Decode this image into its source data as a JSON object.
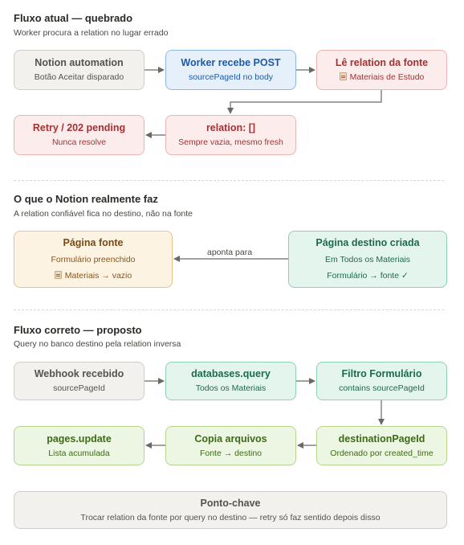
{
  "section1": {
    "title": "Fluxo atual — quebrado",
    "subtitle": "Worker procura a relation no lugar errado",
    "nodes": {
      "notion": {
        "title": "Notion automation",
        "sub": "Botão Aceitar disparado"
      },
      "worker": {
        "title": "Worker recebe POST",
        "sub": "sourcePageId no body"
      },
      "le": {
        "title": "Lê relation da fonte",
        "sub": "Materiais de Estudo"
      },
      "relation": {
        "title": "relation: []",
        "sub": "Sempre vazia, mesmo fresh"
      },
      "retry": {
        "title": "Retry / 202 pending",
        "sub": "Nunca resolve"
      }
    }
  },
  "section2": {
    "title": "O que o Notion realmente faz",
    "subtitle": "A relation confiável fica no destino, não na fonte",
    "edge_label": "aponta para",
    "nodes": {
      "fonte": {
        "title": "Página fonte",
        "sub": "Formulário preenchido",
        "sub2": "Materiais → vazio"
      },
      "destino": {
        "title": "Página destino criada",
        "sub": "Em Todos os Materiais",
        "sub2": "Formulário → fonte ✓"
      }
    }
  },
  "section3": {
    "title": "Fluxo correto — proposto",
    "subtitle": "Query no banco destino pela relation inversa",
    "nodes": {
      "webhook": {
        "title": "Webhook recebido",
        "sub": "sourcePageId"
      },
      "query": {
        "title": "databases.query",
        "sub": "Todos os Materiais"
      },
      "filtro": {
        "title": "Filtro Formulário",
        "sub": "contains sourcePageId"
      },
      "dest": {
        "title": "destinationPageId",
        "sub": "Ordenado por created_time"
      },
      "copia": {
        "title": "Copia arquivos",
        "sub": "Fonte → destino"
      },
      "update": {
        "title": "pages.update",
        "sub": "Lista acumulada"
      }
    }
  },
  "keypoint": {
    "title": "Ponto-chave",
    "sub": "Trocar relation da fonte por query no destino — retry só faz sentido depois disso"
  }
}
